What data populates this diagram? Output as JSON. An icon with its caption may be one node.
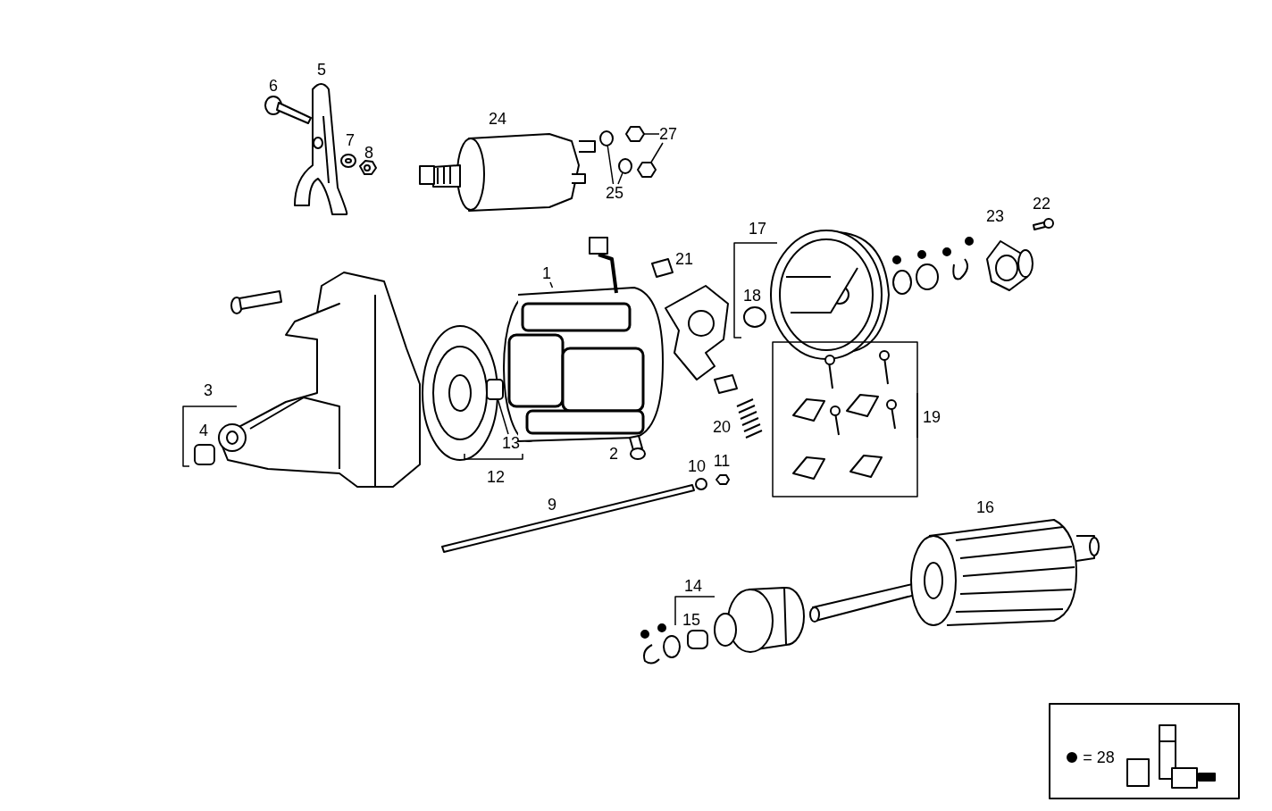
{
  "diagram": {
    "nodes": [
      {
        "text": [
          "27"
        ]
      },
      {
        "text": [
          "25"
        ]
      },
      {
        "text": [
          "1"
        ]
      },
      {
        "text": [
          "13"
        ]
      },
      {
        "text": [],
        "shape": "circle"
      },
      {
        "text": [],
        "shape": "circle"
      },
      {
        "text": [],
        "shape": "hexagon"
      },
      {
        "text": [],
        "shape": "hexagon"
      },
      {
        "text": [],
        "shape": "picture"
      },
      {
        "text": [],
        "shape": "box"
      }
    ],
    "edges": [
      {
        "from": 0,
        "to": 6,
        "arrow": "none"
      },
      {
        "from": 0,
        "to": 7,
        "arrow": "none"
      },
      {
        "from": 1,
        "to": 4,
        "arrow": "none"
      },
      {
        "from": 1,
        "to": 5,
        "arrow": "none"
      },
      {
        "from": 2,
        "to": 8,
        "arrow": "none"
      },
      {
        "from": 3,
        "to": 9,
        "arrow": "none"
      }
    ],
    "labels": [
      "5",
      "6",
      "24",
      "7",
      "8",
      "22",
      "17",
      "23",
      "21",
      "18",
      "3",
      "20",
      "19",
      "2",
      "4",
      "10",
      "11",
      "12",
      "9",
      "16",
      "14",
      "15"
    ],
    "legend": [
      {
        "text": "= 28"
      }
    ]
  }
}
